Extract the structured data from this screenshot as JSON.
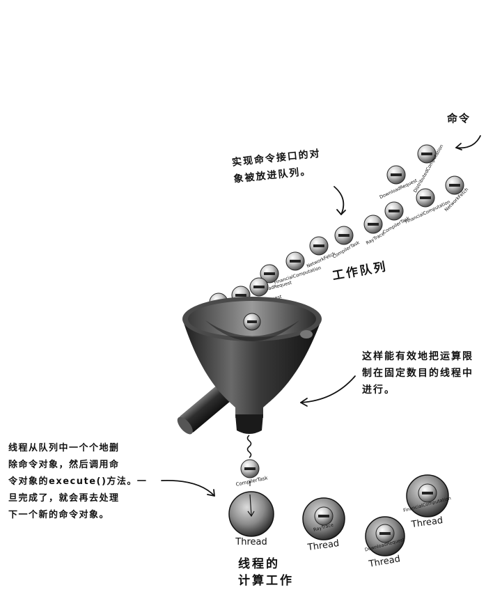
{
  "annotations": {
    "command": "命令",
    "queue_note": [
      "实现命令接口的对",
      "象被放进队列。"
    ],
    "work_queue": "工作队列",
    "limit_note": [
      "这样能有效地把运算限",
      "制在固定数目的线程中",
      "进行。"
    ],
    "thread_note": [
      "线程从队列中一个个地删",
      "除命令对象，然后调用命",
      "令对象的execute()方法。一",
      "旦完成了，就会再去处理",
      "下一个新的命令对象。"
    ],
    "compute_title": [
      "线程的",
      "计算工作"
    ]
  },
  "queue_items": [
    "DistributedComputation",
    "DownloadRequest",
    "NetworkFetch",
    "FinancialComputation",
    "CompilerTask",
    "RayTrace",
    "CompilerTask",
    "NetworkFetch",
    "FinancialComputation",
    "DownloadRequest",
    "DownloadRequest",
    "DownloadRequest",
    "FinancialComputation"
  ],
  "active_item": "CompilerTask",
  "threads": [
    {
      "label": "Thread",
      "task": ""
    },
    {
      "label": "Thread",
      "task": "RayTrace"
    },
    {
      "label": "Thread",
      "task": "DownloadRequest"
    },
    {
      "label": "Thread",
      "task": "FinancialComputation"
    }
  ]
}
